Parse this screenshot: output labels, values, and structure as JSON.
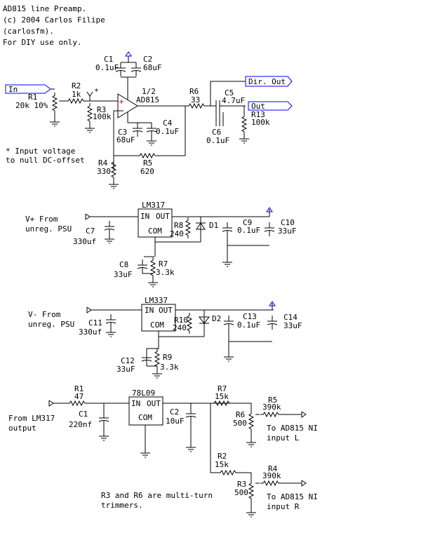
{
  "header": {
    "line1": "AD815 line Preamp.",
    "line2": "(c) 2004 Carlos Filipe",
    "line3": "(carlosfm).",
    "line4": "For DIY use only."
  },
  "preamp": {
    "in_label": "In",
    "r1": "R1",
    "r1_val": "20k 10%",
    "r2": "R2",
    "r2_val": "1k",
    "star": "*",
    "r3": "R3",
    "r3_val": "100k",
    "c1": "C1",
    "c1_val": "0.1uF",
    "c2": "C2",
    "c2_val": "68uF",
    "opamp_ch": "1/2",
    "opamp": "AD815",
    "c3": "C3",
    "c3_val": "68uF",
    "c4": "C4",
    "c4_val": "0.1uF",
    "r6": "R6",
    "r6_val": "33",
    "c5": "C5",
    "c5_val": "4.7uF",
    "c6": "C6",
    "c6_val": "0.1uF",
    "r13": "R13",
    "r13_val": "100k",
    "dir_out": "Dir. Out",
    "out": "Out",
    "note1": "* Input voltage",
    "note2": "to null DC-offset",
    "r4": "R4",
    "r4_val": "330",
    "r5": "R5",
    "r5_val": "620"
  },
  "vplus": {
    "src1": "V+ From",
    "src2": "unreg. PSU",
    "reg": "LM317",
    "pin_in": "IN",
    "pin_out": "OUT",
    "pin_com": "COM",
    "c7": "C7",
    "c7_val": "330uf",
    "r8": "R8",
    "r8_val": "240",
    "d1": "D1",
    "c9": "C9",
    "c9_val": "0.1uF",
    "c10": "C10",
    "c10_val": "33uF",
    "c8": "C8",
    "c8_val": "33uF",
    "r7": "R7",
    "r7_val": "3.3k"
  },
  "vminus": {
    "src1": "V- From",
    "src2": "unreg. PSU",
    "reg": "LM337",
    "pin_in": "IN",
    "pin_out": "OUT",
    "pin_com": "COM",
    "c11": "C11",
    "c11_val": "330uf",
    "r10": "R10",
    "r10_val": "240",
    "d2": "D2",
    "c13": "C13",
    "c13_val": "0.1uF",
    "c14": "C14",
    "c14_val": "33uF",
    "c12": "C12",
    "c12_val": "33uF",
    "r9": "R9",
    "r9_val": "3.3k"
  },
  "bias": {
    "src1": "From LM317",
    "src2": "output",
    "r1": "R1",
    "r1_val": "47",
    "c1": "C1",
    "c1_val": "220nf",
    "reg": "78L09",
    "pin_in": "IN",
    "pin_out": "OUT",
    "pin_com": "COM",
    "c2": "C2",
    "c2_val": "10uF",
    "r7": "R7",
    "r7_val": "15k",
    "r5": "R5",
    "r5_val": "390k",
    "r6": "R6",
    "r6_val": "500",
    "to_l1": "To AD815 NI",
    "to_l2": "input L",
    "r2": "R2",
    "r2_val": "15k",
    "r4": "R4",
    "r4_val": "390k",
    "r3": "R3",
    "r3_val": "500",
    "to_r1": "To AD815 NI",
    "to_r2": "input R",
    "note1": "R3 and R6 are multi-turn",
    "note2": "trimmers."
  }
}
